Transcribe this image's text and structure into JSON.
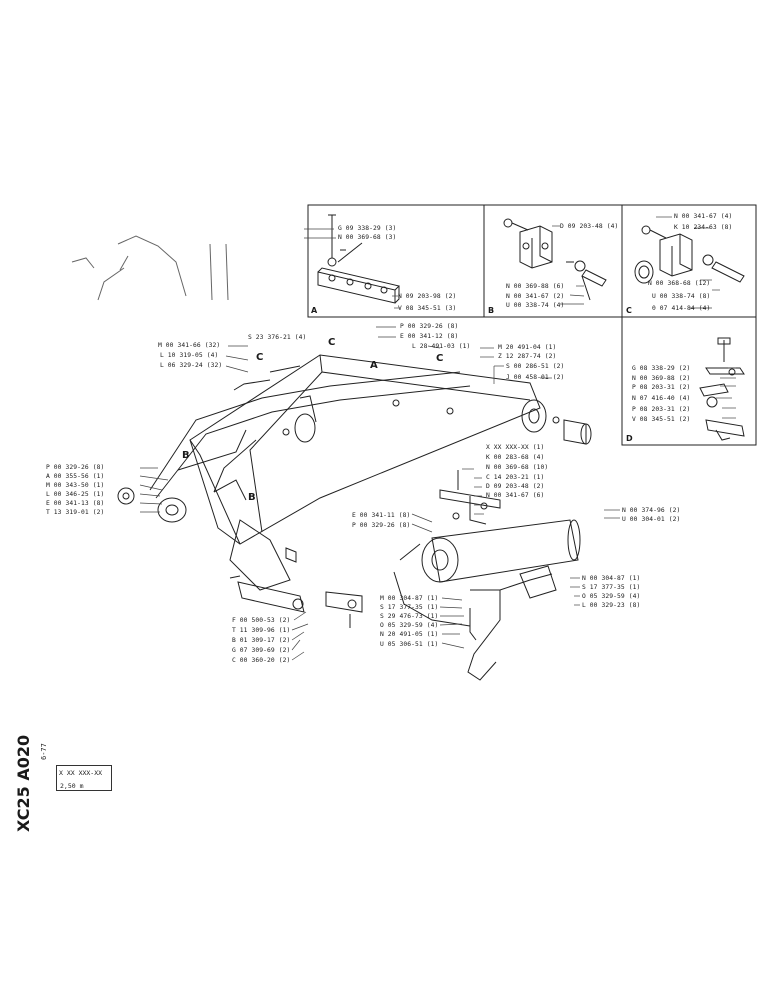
{
  "sheet": {
    "code_main": "XC25 A020",
    "code_date": "6-77",
    "title_code": "X XX XXX-XX",
    "title_note": "2,50 m"
  },
  "box_letters": {
    "a": "A",
    "b": "B",
    "c": "C",
    "d": "D"
  },
  "callouts": {
    "a": "A",
    "b": "B",
    "c": "C"
  },
  "box_a": [
    "G 09 338-29 (3)",
    "N 00 369-68 (3)",
    "N 09 203-98 (2)",
    "V 08 345-51 (3)"
  ],
  "box_b": [
    "D 09 203-48 (4)",
    "N 00 369-88 (6)",
    "N 00 341-67 (2)",
    "U 00 338-74 (4)"
  ],
  "box_c": [
    "N 00 341-67 (4)",
    "K 10 234-63 (8)",
    "N 00 368-68 (12)",
    "U 00 338-74 (8)",
    "0 07 414-84 (4)"
  ],
  "box_d": [
    "G 08 338-29 (2)",
    "N 00 369-88 (2)",
    "P 08 203-31 (2)",
    "N 07 416-40 (4)",
    "P 08 203-31 (2)",
    "V 08 345-51 (2)"
  ],
  "top_labels": [
    "P 00 329-26 (8)",
    "E 00 341-12 (8)",
    "L 28 491-03 (1)",
    "M 20 491-04 (1)",
    "Z 12 287-74 (2)",
    "S 00 286-51 (2)",
    "J 00 458-01 (2)"
  ],
  "upper_left_labels": [
    "S 23 376-21 (4)",
    "M 00 341-66 (32)",
    "L 10 319-05 (4)",
    "L 06 329-24 (32)"
  ],
  "left_labels": [
    "P 00 329-26 (8)",
    "A 00 355-56 (1)",
    "M 00 343-50 (1)",
    "L 00 346-25 (1)",
    "E 00 341-13 (8)",
    "T 13 319-01 (2)"
  ],
  "mid_labels": [
    "X XX XXX-XX (1)",
    "K 00 283-68 (4)",
    "N 00 369-68 (10)",
    "C 14 203-21 (1)",
    "D 09 203-48 (2)",
    "N 00 341-67 (6)"
  ],
  "pin_labels": [
    "N 00 374-96 (2)",
    "U 00 304-01 (2)"
  ],
  "bolt_labels": [
    "E 00 341-11 (8)",
    "P 00 329-26 (8)"
  ],
  "bottom_left_labels": [
    "F 00 500-53 (2)",
    "T 11 309-96 (1)",
    "B 01 309-17 (2)",
    "G 07 309-69 (2)",
    "C 00 360-20 (2)"
  ],
  "bottom_center_labels": [
    "M 00 304-87 (1)",
    "S 17 377-35 (1)",
    "S 29 476-73 (1)",
    "O 05 329-59 (4)",
    "N 20 491-05 (1)",
    "U 05 306-51 (1)"
  ],
  "bottom_right_labels": [
    "N 00 304-87 (1)",
    "S 17 377-35 (1)",
    "O 05 329-59 (4)",
    "L 00 329-23 (8)"
  ]
}
